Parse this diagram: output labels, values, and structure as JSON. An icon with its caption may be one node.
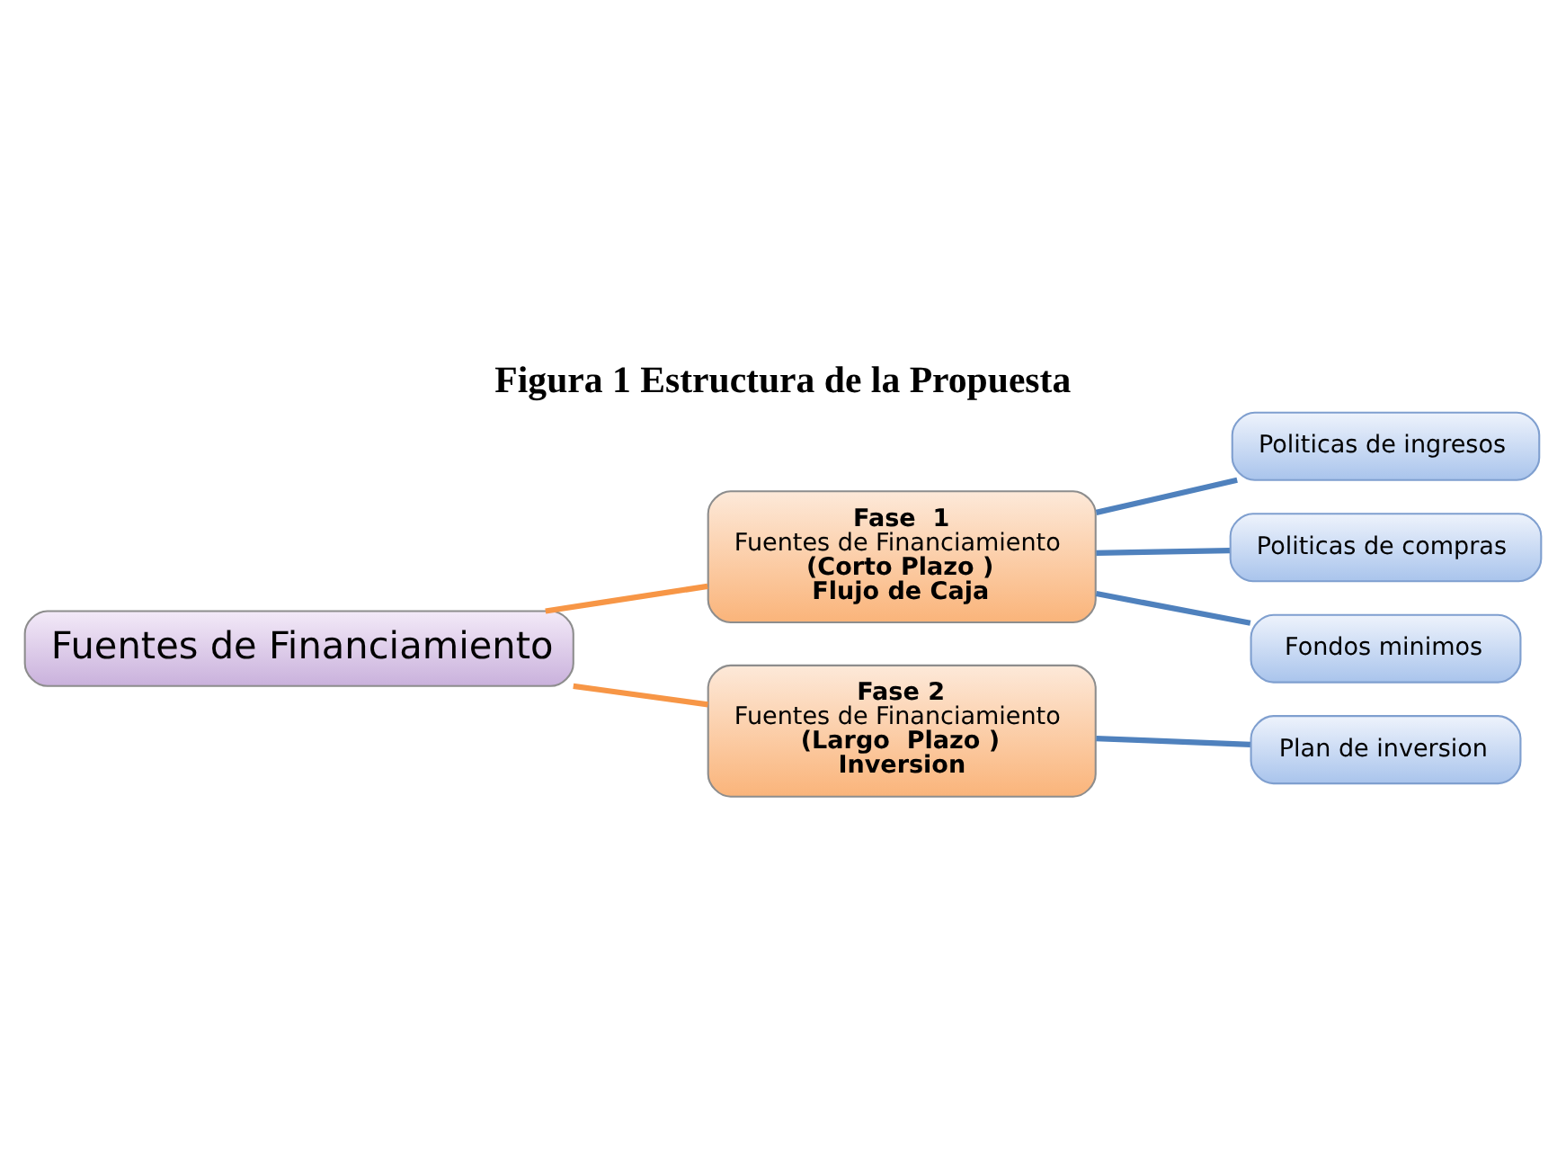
{
  "diagram": {
    "title": "Figura 1 Estructura de la Propuesta",
    "nodes": [
      {
        "text": [
          "Fuentes de Financiamiento"
        ]
      },
      {
        "text": [
          "Fase  1",
          "Fuentes de Financiamiento",
          "(Corto Plazo )",
          "Flujo de Caja"
        ]
      },
      {
        "text": [
          "Fase 2",
          "Fuentes de Financiamiento",
          "(Largo  Plazo )",
          "Inversion"
        ]
      },
      {
        "text": [
          "Politicas de ingresos"
        ]
      },
      {
        "text": [
          "Politicas de compras"
        ]
      },
      {
        "text": [
          "Fondos minimos"
        ]
      },
      {
        "text": [
          "Plan de inversion"
        ]
      }
    ],
    "edges": [
      {
        "from": 0,
        "to": 1,
        "arrow": "none",
        "color": "#f79646"
      },
      {
        "from": 0,
        "to": 2,
        "arrow": "none",
        "color": "#f79646"
      },
      {
        "from": 1,
        "to": 3,
        "arrow": "none"
      },
      {
        "from": 1,
        "to": 4,
        "arrow": "none"
      },
      {
        "from": 1,
        "to": 5,
        "arrow": "none"
      },
      {
        "from": 2,
        "to": 6,
        "arrow": "none"
      }
    ]
  }
}
